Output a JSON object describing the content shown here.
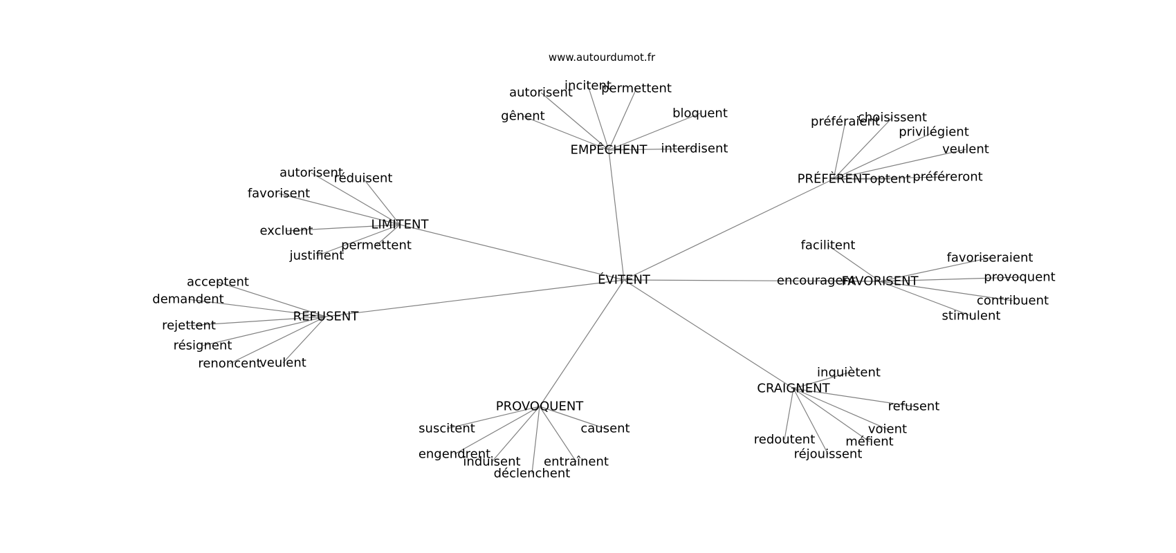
{
  "caption": "www.autourdumot.fr",
  "colors": {
    "edge": "#808080",
    "text": "#000000",
    "background": "#ffffff"
  },
  "graph": {
    "center": "ÉVITENT",
    "hubs": [
      {
        "label": "EMPÊCHENT",
        "leaves": [
          "incitent",
          "permettent",
          "autorisent",
          "gênent",
          "bloquent",
          "interdisent"
        ]
      },
      {
        "label": "PRÉFÈRENT",
        "leaves": [
          "préféraient",
          "choisissent",
          "privilégient",
          "veulent",
          "optent",
          "préféreront"
        ]
      },
      {
        "label": "LIMITENT",
        "leaves": [
          "autorisent",
          "réduisent",
          "favorisent",
          "excluent",
          "permettent",
          "justifient"
        ]
      },
      {
        "label": "FAVORISENT",
        "leaves": [
          "facilitent",
          "favoriseraient",
          "provoquent",
          "encouragent",
          "contribuent",
          "stimulent"
        ]
      },
      {
        "label": "REFUSENT",
        "leaves": [
          "acceptent",
          "demandent",
          "rejettent",
          "résignent",
          "renoncent",
          "veulent"
        ]
      },
      {
        "label": "CRAIGNENT",
        "leaves": [
          "inquiètent",
          "refusent",
          "voient",
          "méfient",
          "réjouissent",
          "redoutent"
        ]
      },
      {
        "label": "PROVOQUENT",
        "leaves": [
          "suscitent",
          "causent",
          "engendrent",
          "induisent",
          "entraînent",
          "déclenchent"
        ]
      }
    ]
  }
}
